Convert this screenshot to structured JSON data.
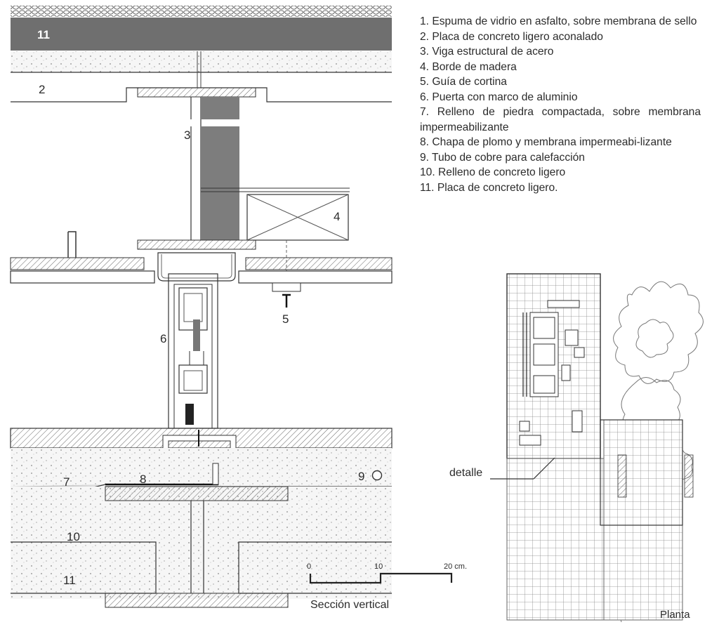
{
  "section": {
    "labels": {
      "n11_top": "11",
      "n2": "2",
      "n3": "3",
      "n4": "4",
      "n5": "5",
      "n6": "6",
      "n7": "7",
      "n8": "8",
      "n9": "9",
      "n10": "10",
      "n11_bottom": "11"
    },
    "scale": {
      "t0": "0",
      "t10": "10",
      "t20": "20 cm."
    },
    "caption": "Sección vertical"
  },
  "legend": [
    "1. Espuma de vidrio en asfalto, sobre membrana de sello",
    "2. Placa de concreto ligero aconalado",
    "3. Viga estructural de acero",
    "4. Borde de madera",
    "5. Guía de cortina",
    "6. Puerta con marco de aluminio",
    "7. Relleno de piedra compactada, sobre membrana impermeabilizante",
    "8. Chapa de plomo y membrana impermeabi-lizante",
    "9. Tubo de cobre para calefacción",
    "10. Relleno de concreto ligero",
    "11. Placa de concreto ligero."
  ],
  "plan": {
    "detail_label": "detalle",
    "caption": "Planta"
  }
}
